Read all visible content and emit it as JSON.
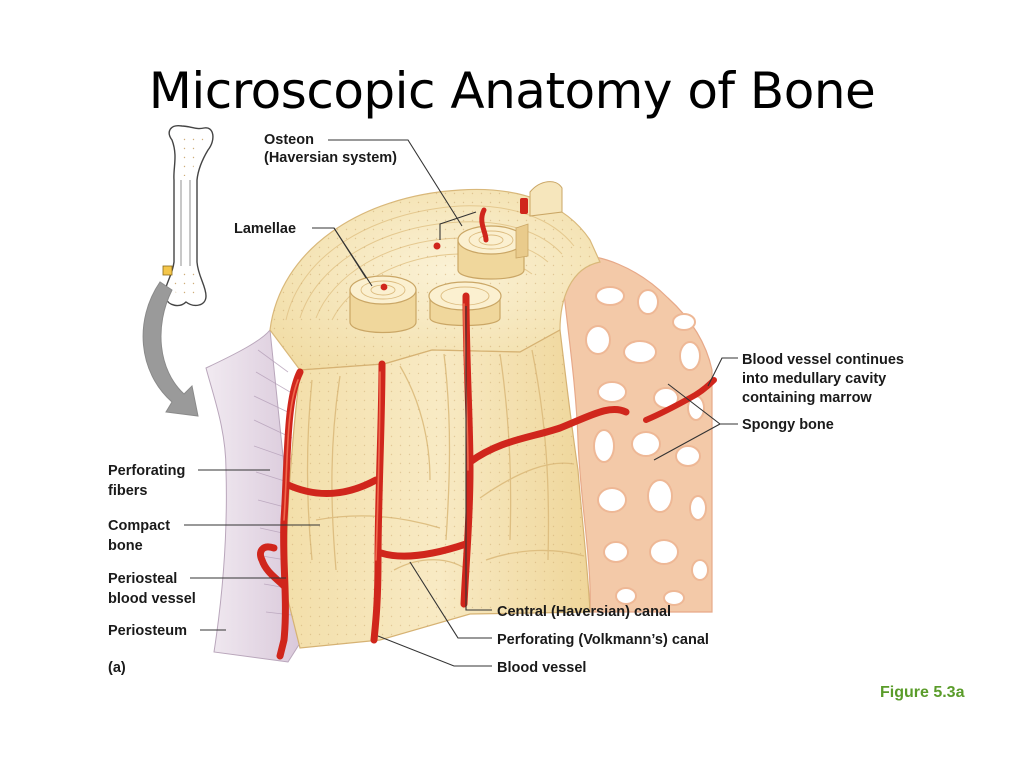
{
  "slide": {
    "title": "Microscopic Anatomy of Bone",
    "figure_caption": "Figure 5.3a"
  },
  "labels": {
    "osteon_line1": "Osteon",
    "osteon_line2": "(Haversian system)",
    "lamellae": "Lamellae",
    "blood_vessel_continues_line1": "Blood vessel continues",
    "blood_vessel_continues_line2": "into medullary cavity",
    "blood_vessel_continues_line3": "containing marrow",
    "spongy_bone": "Spongy bone",
    "perforating_fibers_line1": "Perforating",
    "perforating_fibers_line2": "fibers",
    "compact_bone_line1": "Compact",
    "compact_bone_line2": "bone",
    "periosteal_vessel_line1": "Periosteal",
    "periosteal_vessel_line2": "blood vessel",
    "periosteum": "Periosteum",
    "panel": "(a)",
    "central_canal": "Central (Haversian) canal",
    "volkmann_canal": "Perforating (Volkmann’s) canal",
    "blood_vessel": "Blood vessel"
  },
  "colors": {
    "bone_light": "#f8ecc4",
    "bone_mid": "#f1dca0",
    "bone_shadow": "#e4c47e",
    "vessel": "#d0261c",
    "periosteum": "#e8dde8",
    "caption_green": "#5a9c2a"
  }
}
